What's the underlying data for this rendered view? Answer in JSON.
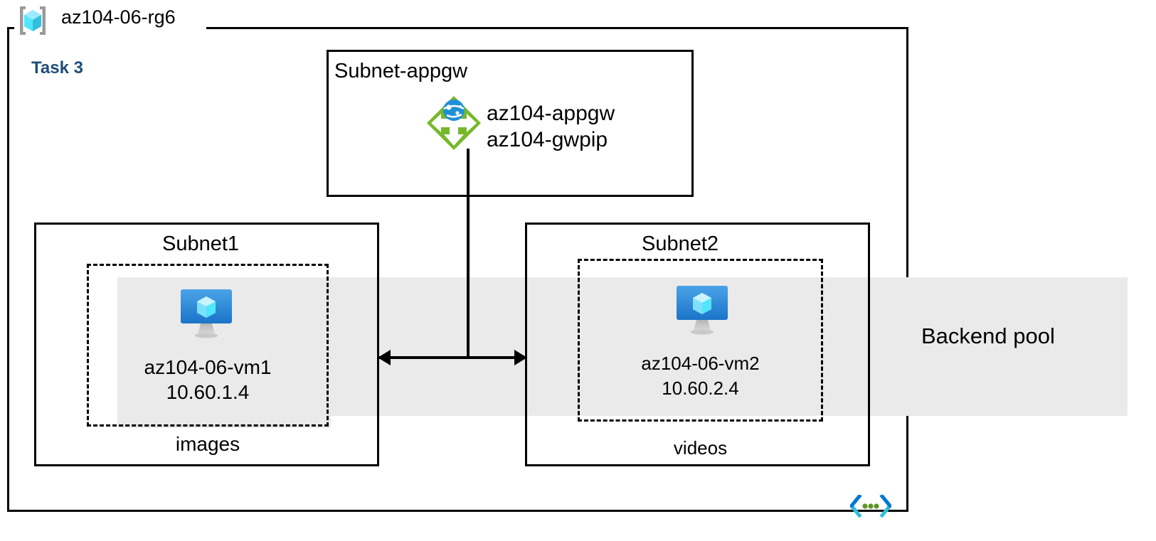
{
  "resource_group": {
    "name": "az104-06-rg6",
    "icon": "resource-group-cube-icon"
  },
  "task": {
    "label": "Task 3",
    "color": "#1f4e79"
  },
  "backend_pool": {
    "label": "Backend pool",
    "band_color": "#eaeaea"
  },
  "subnets": [
    {
      "id": "subnet-appgw",
      "title": "Subnet-appgw",
      "resources": [
        {
          "icon": "application-gateway-icon",
          "line1": "az104-appgw",
          "line2": "az104-gwpip"
        }
      ]
    },
    {
      "id": "subnet1",
      "title": "Subnet1",
      "vm": {
        "icon": "virtual-machine-icon",
        "name": "az104-06-vm1",
        "ip": "10.60.1.4"
      },
      "app_label": "images"
    },
    {
      "id": "subnet2",
      "title": "Subnet2",
      "vm": {
        "icon": "virtual-machine-icon",
        "name": "az104-06-vm2",
        "ip": "10.60.2.4"
      },
      "app_label": "videos"
    }
  ],
  "footer": {
    "icon": "code-brackets-icon"
  },
  "colors": {
    "appgw_green": "#76b82a",
    "appgw_globe_blue": "#1e90d6",
    "vm_blue": "#2f8fe0",
    "cube_cyan": "#50e6ff",
    "code_icon_cyan": "#32bedd",
    "code_icon_blue": "#0078d4",
    "code_icon_green": "#5e9624",
    "border_black": "#000000"
  }
}
